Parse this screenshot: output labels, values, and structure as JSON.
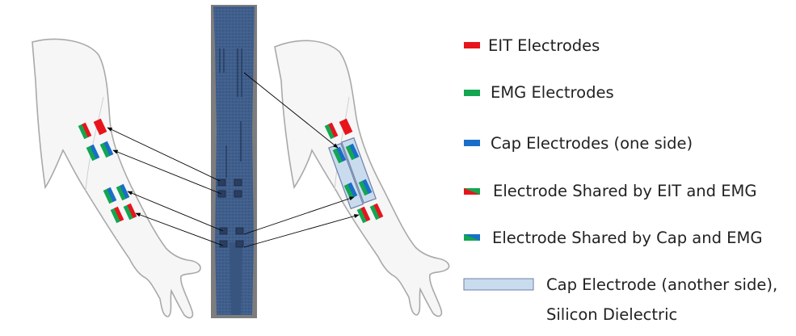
{
  "legend": {
    "items": [
      {
        "label": "EIT Electrodes",
        "kind": "eit"
      },
      {
        "label": "EMG Electrodes",
        "kind": "emg"
      },
      {
        "label": "Cap Electrodes (one side)",
        "kind": "cap"
      },
      {
        "label": "Electrode Shared by EIT and EMG",
        "kind": "eit-emg"
      },
      {
        "label": "Electrode Shared by Cap and EMG",
        "kind": "cap-emg"
      },
      {
        "label": "Cap Electrode (another side),",
        "kind": "cap-plate"
      }
    ],
    "cap_plate_line2": "Silicon Dielectric"
  },
  "colors": {
    "eit": "#e8141c",
    "emg": "#13a651",
    "cap": "#1a6ec8",
    "cap_plate_fill": "#c9dcee",
    "cap_plate_border": "#6f7fa8",
    "arm_fill": "#f6f6f6",
    "arm_outline": "#a9a9a9",
    "sleeve": "#3f5f8e",
    "arrow": "#000000"
  },
  "icons": {
    "left_arm": "arm-illustration",
    "right_arm": "arm-illustration",
    "sleeve": "fabric-sleeve-photo",
    "arrows": "connector-arrow"
  }
}
